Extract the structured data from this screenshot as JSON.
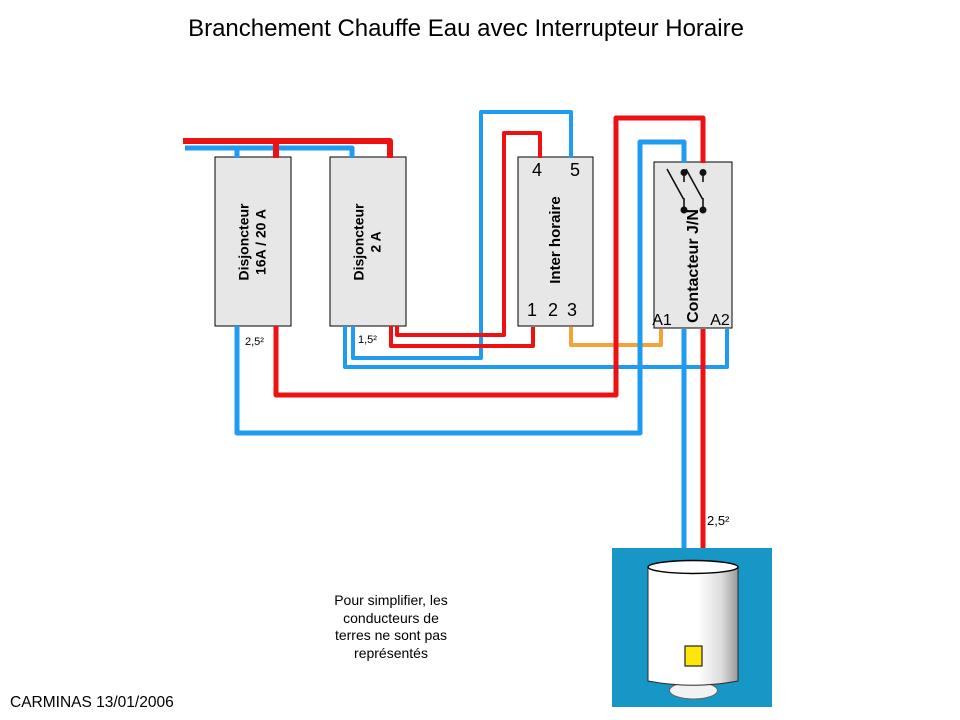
{
  "title": "Branchement Chauffe Eau avec Interrupteur Horaire",
  "components": {
    "breaker_main": {
      "line1": "Disjoncteur",
      "line2": "16A / 20 A",
      "gauge_label": "2,5²"
    },
    "breaker_control": {
      "line1": "Disjoncteur",
      "line2": "2 A",
      "gauge_label": "1,5²"
    },
    "timer": {
      "label": "Inter horaire",
      "terminals_top": [
        "4",
        "5"
      ],
      "terminals_bottom": [
        "1",
        "2",
        "3"
      ]
    },
    "contactor": {
      "label": "Contacteur J/N",
      "coil_a1": "A1",
      "coil_a2": "A2"
    },
    "water_heater": {
      "gauge_label": "2,5²"
    }
  },
  "wire_colors": {
    "phase": "#ee1111",
    "neutral": "#1f9bef",
    "coil_control": "#f2a33a",
    "component_fill": "#e7e7e7",
    "heater_background": "#1697c6",
    "thermostat_yellow": "#ffe60a"
  },
  "note": "Pour simplifier, les\nconducteurs de\nterres ne sont pas\nreprésentés",
  "footer": "CARMINAS 13/01/2006"
}
